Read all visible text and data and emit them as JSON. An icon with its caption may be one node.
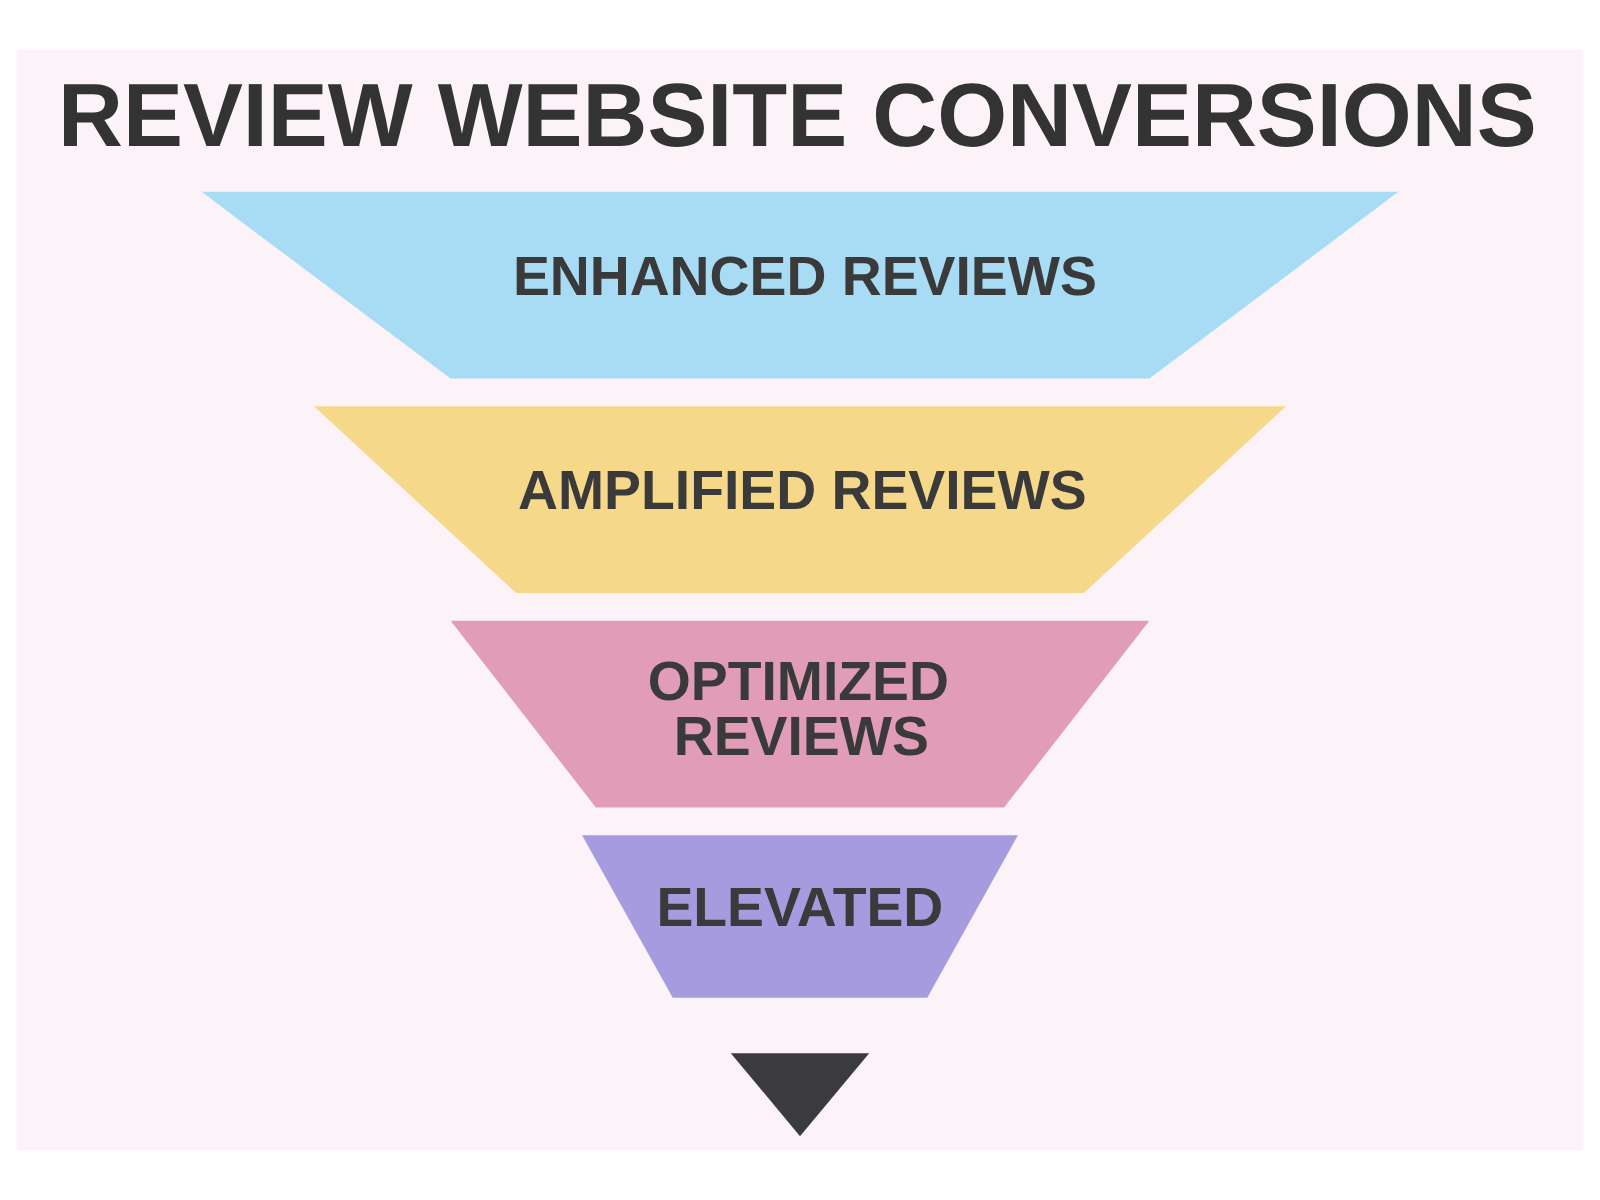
{
  "diagram": {
    "title": "REVIEW WEBSITE CONVERSIONS",
    "nodes": [
      {
        "text": [
          "ENHANCED REVIEWS"
        ]
      },
      {
        "text": [
          "AMPLIFIED REVIEWS"
        ]
      },
      {
        "text": [
          "OPTIMIZED REVIEWS"
        ]
      },
      {
        "text": [
          "ELEVATED"
        ]
      },
      {
        "text": [],
        "shape": "triangle"
      }
    ]
  }
}
